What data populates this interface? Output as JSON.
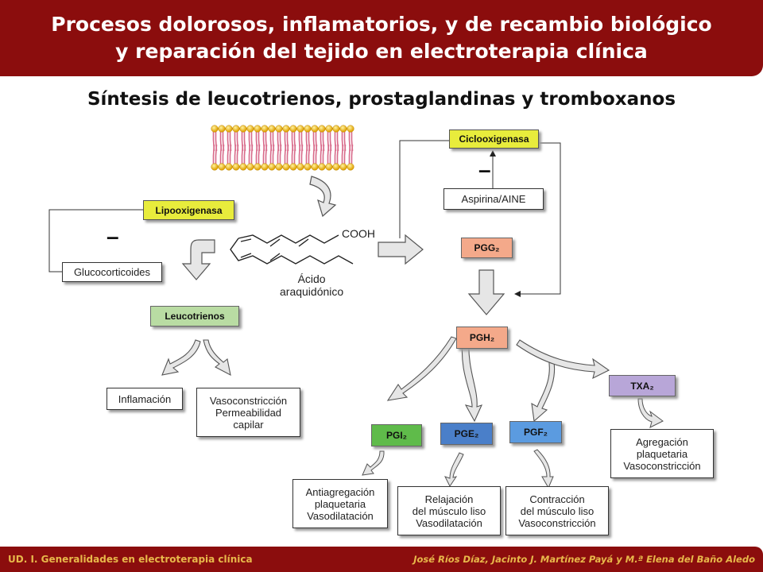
{
  "header": {
    "title": "Procesos dolorosos, inflamatorios, y de recambio biológico y reparación del tejido en electroterapia clínica"
  },
  "subtitle": "Síntesis de leucotrienos, prostaglandinas y tromboxanos",
  "diagram": {
    "enzymes": {
      "cyclooxygenase": "Ciclooxigenasa",
      "lipoxygenase": "Lipooxigenasa"
    },
    "inhibitors": {
      "aspirin": "Aspirina/AINE",
      "glucocorticoids": "Glucocorticoides",
      "minus_sign": "–"
    },
    "arachidonic_acid": {
      "cooh": "COOH",
      "name": "Ácido\naraquidónico"
    },
    "products": {
      "leukotrienes": "Leucotrienos",
      "pgg2": "PGG₂",
      "pgh2": "PGH₂",
      "pgi2": "PGI₂",
      "pge2": "PGE₂",
      "pgf2": "PGF₂",
      "txa2": "TXA₂"
    },
    "effects": {
      "inflammation": "Inflamación",
      "vasoconstriction_permeability": "Vasoconstricción\nPermeabilidad\ncapilar",
      "pgi2_effect": "Antiagregación\nplaquetaria\nVasodilatación",
      "pge2_effect": "Relajación\ndel músculo liso\nVasodilatación",
      "pgf2_effect": "Contracción\ndel músculo liso\nVasoconstricción",
      "txa2_effect": "Agregación\nplaquetaria\nVasoconstricción"
    },
    "colors": {
      "enzyme_yellow": "#e8ec3c",
      "leukotriene_green": "#b9dca3",
      "pg_orange": "#f4a98a",
      "pgi2_green": "#5fbb4a",
      "pge2_blue": "#4a7fc9",
      "pgf2_blue": "#5b9be0",
      "txa2_purple": "#b8a6d8"
    }
  },
  "footer": {
    "left": "UD. I. Generalidades en electroterapia clínica",
    "right": "José Ríos Díaz, Jacinto J. Martínez Payá y M.ª Elena del Baño Aledo"
  }
}
